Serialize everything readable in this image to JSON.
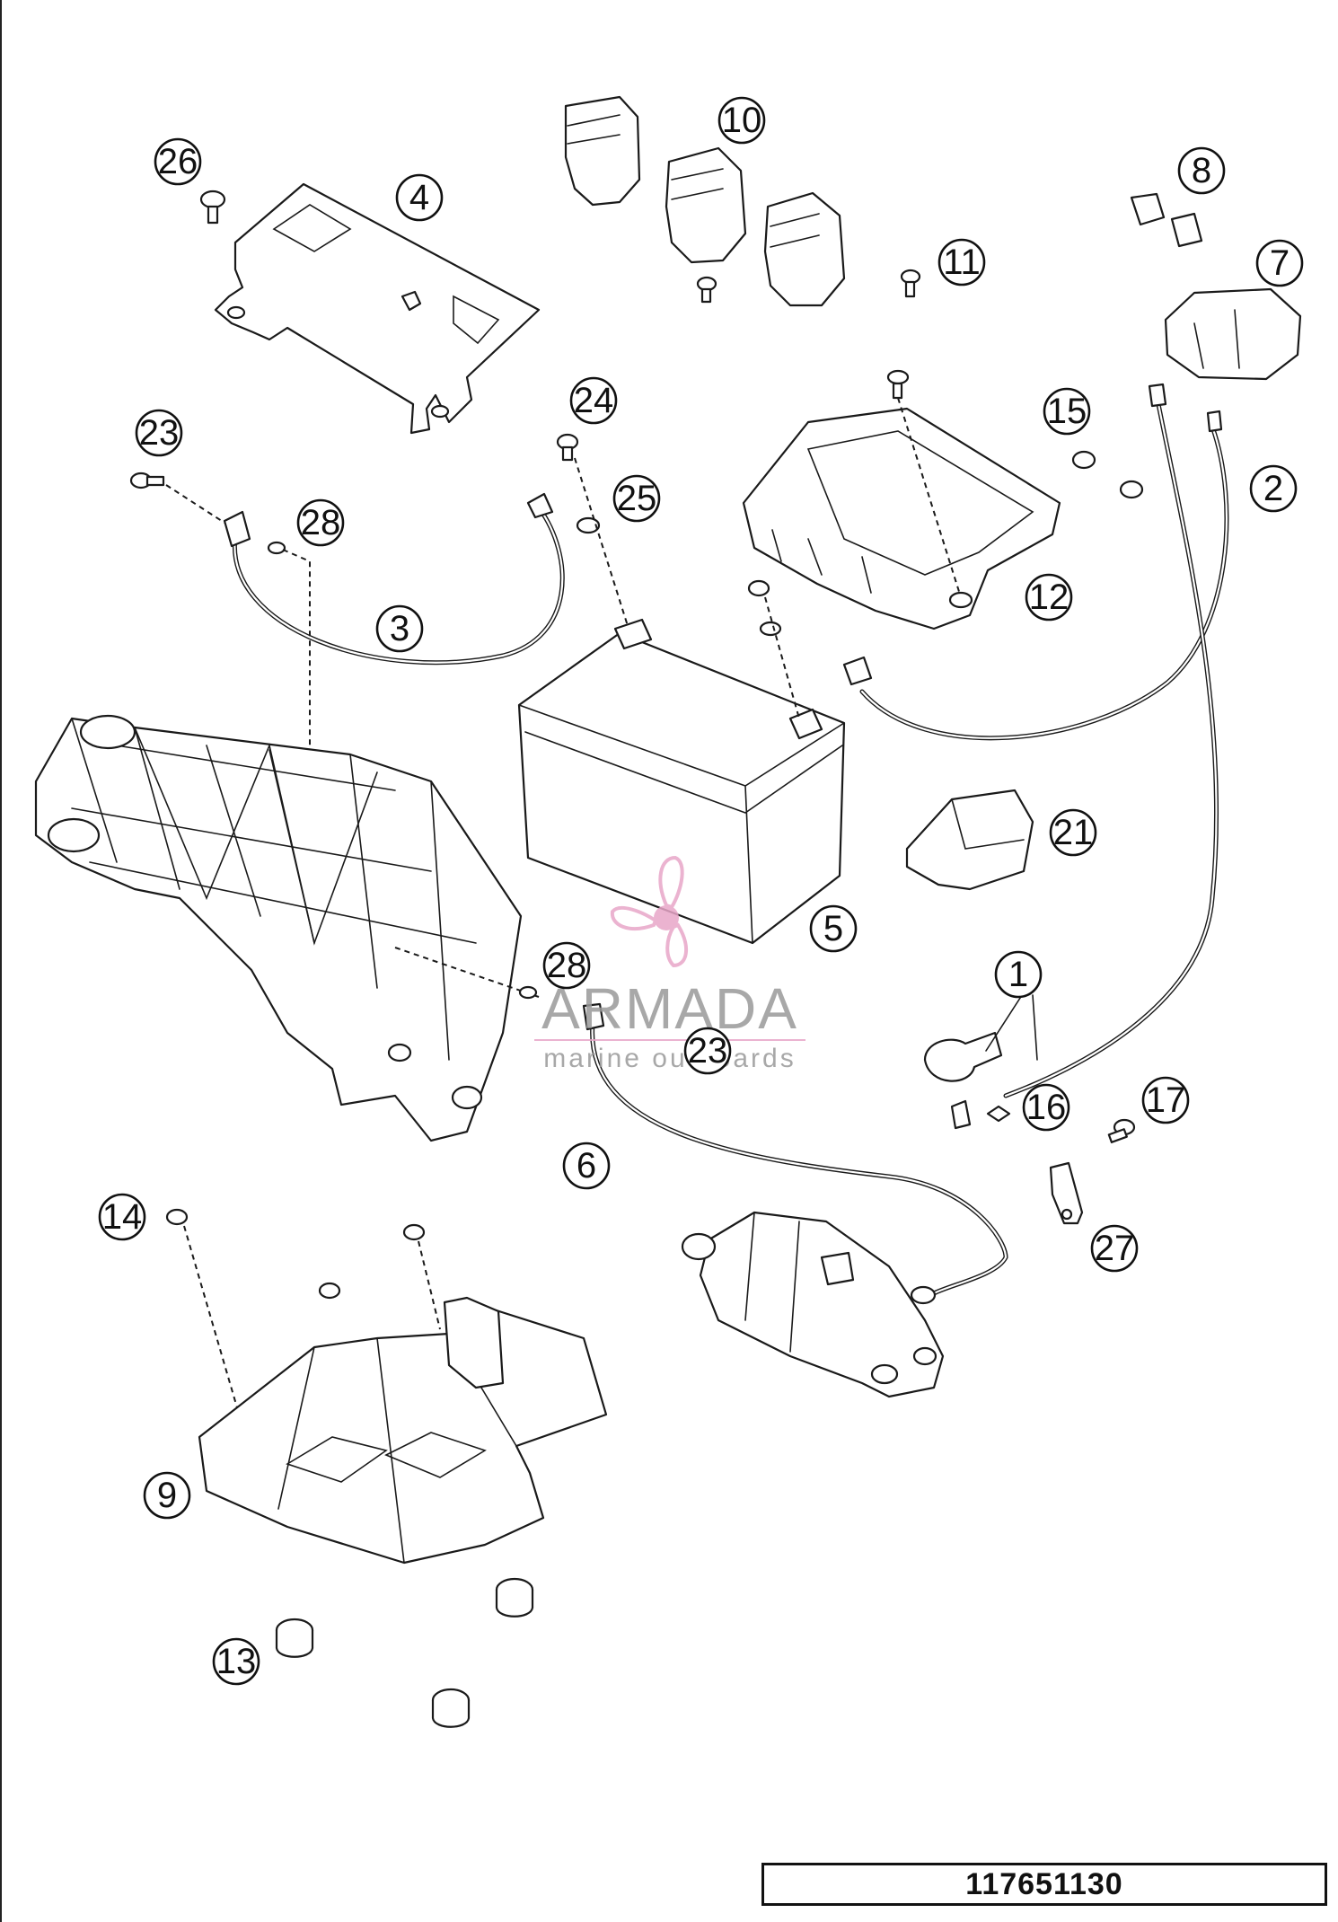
{
  "reference_number": "117651130",
  "watermark": {
    "brand": "ARMADA",
    "tagline": "marine outboards",
    "accent_color": "#e8a6c8"
  },
  "callouts": [
    {
      "id": "c1",
      "label": "1"
    },
    {
      "id": "c2",
      "label": "2"
    },
    {
      "id": "c3",
      "label": "3"
    },
    {
      "id": "c4",
      "label": "4"
    },
    {
      "id": "c5",
      "label": "5"
    },
    {
      "id": "c6",
      "label": "6"
    },
    {
      "id": "c7",
      "label": "7"
    },
    {
      "id": "c8",
      "label": "8"
    },
    {
      "id": "c9",
      "label": "9"
    },
    {
      "id": "c10",
      "label": "10"
    },
    {
      "id": "c11",
      "label": "11"
    },
    {
      "id": "c12",
      "label": "12"
    },
    {
      "id": "c13",
      "label": "13"
    },
    {
      "id": "c14",
      "label": "14"
    },
    {
      "id": "c15",
      "label": "15"
    },
    {
      "id": "c16",
      "label": "16"
    },
    {
      "id": "c17",
      "label": "17"
    },
    {
      "id": "c21",
      "label": "21"
    },
    {
      "id": "c23a",
      "label": "23"
    },
    {
      "id": "c23b",
      "label": "23"
    },
    {
      "id": "c24",
      "label": "24"
    },
    {
      "id": "c25",
      "label": "25"
    },
    {
      "id": "c26",
      "label": "26"
    },
    {
      "id": "c27",
      "label": "27"
    },
    {
      "id": "c28a",
      "label": "28"
    },
    {
      "id": "c28b",
      "label": "28"
    }
  ]
}
